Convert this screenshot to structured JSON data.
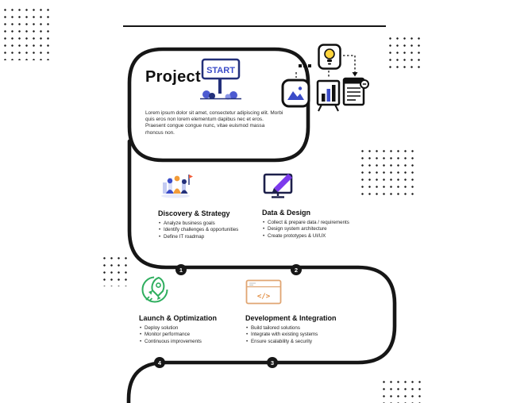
{
  "title": "Project",
  "intro": "Lorem ipsum dolor sit amet, consectetur adipiscing elit. Morbi quis eros non lorem elementum dapibus nec et eros. Praesent congue congue nunc, vitae euismod massa rhoncus non.",
  "start_sign_label": "START",
  "steps": [
    {
      "number": "1",
      "title": "Discovery & Strategy",
      "bullets": [
        "Analyze business goals",
        "Identify challenges & opportunities",
        "Define IT roadmap"
      ]
    },
    {
      "number": "2",
      "title": "Data & Design",
      "bullets": [
        "Collect & prepare data / requirements",
        "Design system architecture",
        "Create prototypes & UI/UX"
      ]
    },
    {
      "number": "3",
      "title": "Development & Integration",
      "bullets": [
        "Build tailored solutions",
        "Integrate with existing systems",
        "Ensure scalability & security"
      ]
    },
    {
      "number": "4",
      "title": "Launch & Optimization",
      "bullets": [
        "Deploy solution",
        "Monitor performance",
        "Continuous improvements"
      ]
    }
  ],
  "icons": {
    "dev_code": "</>"
  },
  "colors": {
    "path": "#161616",
    "accent_blue": "#3b4cc8",
    "accent_navy": "#23307a",
    "accent_orange": "#f29b38",
    "accent_green": "#2eae5e",
    "accent_purple": "#7c3aed",
    "accent_tan": "#e0a572",
    "bulb_yellow": "#ffd43b"
  }
}
